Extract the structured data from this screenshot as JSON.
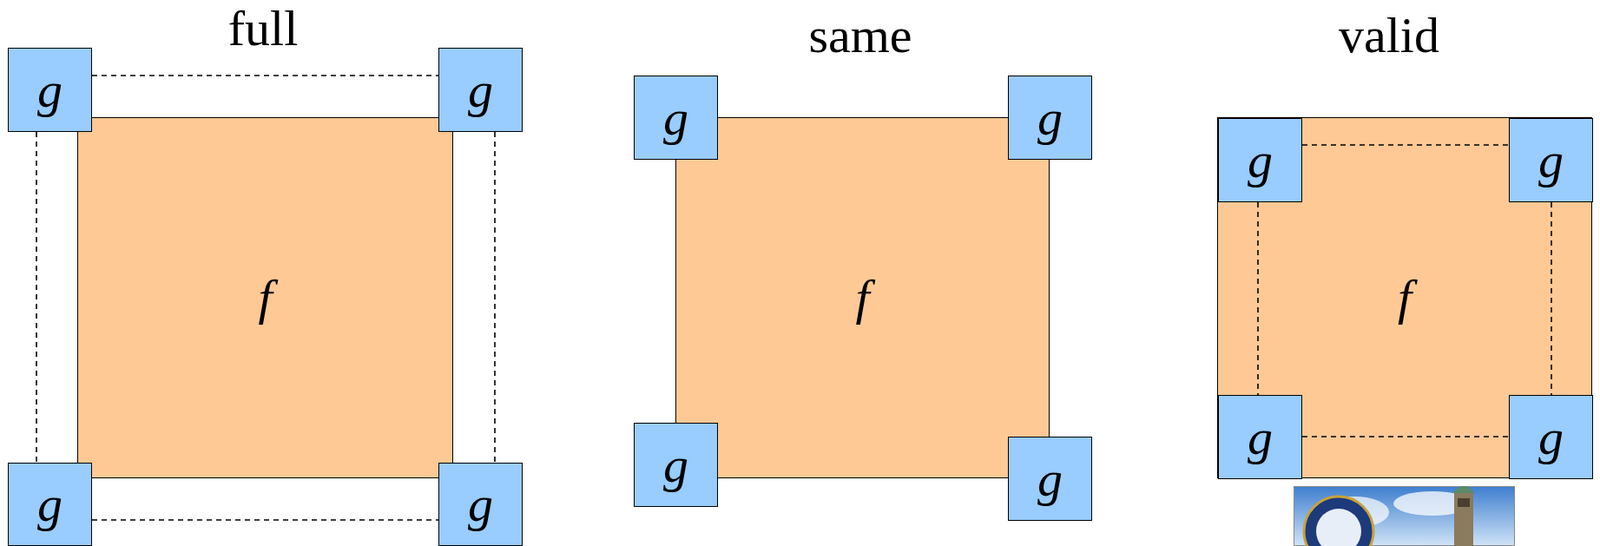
{
  "diagram": {
    "nodes": [
      {
        "text": [
          "f"
        ]
      },
      {
        "text": [
          "g"
        ]
      },
      {
        "text": [
          "g"
        ]
      },
      {
        "text": [
          "g"
        ]
      },
      {
        "text": [
          "g"
        ]
      },
      {
        "text": [
          "f"
        ]
      },
      {
        "text": [
          "g"
        ]
      },
      {
        "text": [
          "g"
        ]
      },
      {
        "text": [
          "g"
        ]
      },
      {
        "text": [
          "g"
        ]
      },
      {
        "text": [
          "f"
        ]
      },
      {
        "text": [
          "g"
        ],
        "in": 10
      },
      {
        "text": [
          "g"
        ],
        "in": 10
      },
      {
        "text": [
          "g"
        ],
        "in": 10
      },
      {
        "text": [
          "g"
        ],
        "in": 10
      }
    ],
    "edges": [
      {
        "from": 1,
        "to": 2,
        "arrow": "none"
      },
      {
        "from": 1,
        "to": 3,
        "arrow": "none"
      },
      {
        "from": 2,
        "to": 4,
        "arrow": "none"
      },
      {
        "from": 3,
        "to": 4,
        "arrow": "none"
      },
      {
        "from": 11,
        "to": 12,
        "arrow": "none"
      },
      {
        "from": 11,
        "to": 13,
        "arrow": "none"
      },
      {
        "from": 12,
        "to": 14,
        "arrow": "none"
      },
      {
        "from": 13,
        "to": 14,
        "arrow": "none"
      }
    ],
    "labels": [
      "full",
      "same",
      "valid"
    ]
  }
}
